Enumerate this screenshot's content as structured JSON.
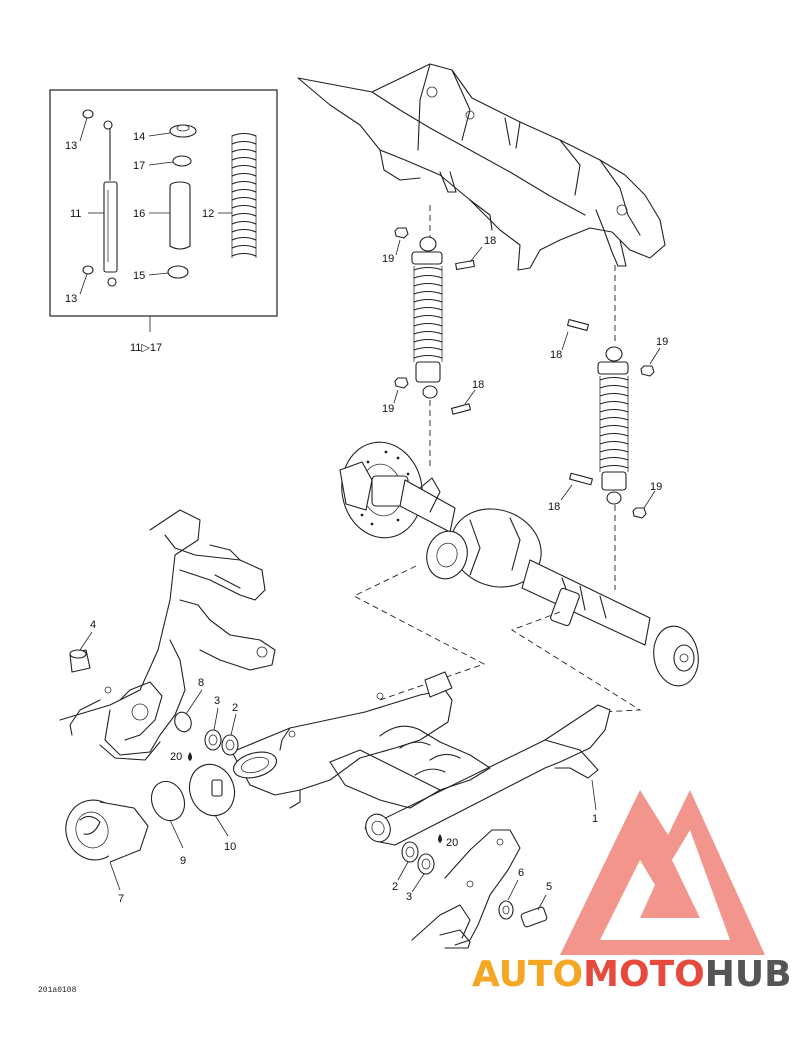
{
  "kit_label": "11▷17",
  "figure_code": "201a0108",
  "callouts": {
    "c1": "1",
    "c2a": "2",
    "c2b": "2",
    "c3a": "3",
    "c3b": "3",
    "c4": "4",
    "c5": "5",
    "c6": "6",
    "c7": "7",
    "c8": "8",
    "c9": "9",
    "c10": "10",
    "c11": "11",
    "c12": "12",
    "c13a": "13",
    "c13b": "13",
    "c14": "14",
    "c15": "15",
    "c16": "16",
    "c17": "17",
    "c18a": "18",
    "c18b": "18",
    "c18c": "18",
    "c18d": "18",
    "c19a": "19",
    "c19b": "19",
    "c19c": "19",
    "c19d": "19",
    "c20a": "20",
    "c20b": "20"
  },
  "watermark": {
    "part1": "AUTO",
    "part2": "MOTO",
    "part3": "HUB",
    "color1": "#f5a623",
    "color2": "#e64a3c",
    "color3": "#555555",
    "logo_color": "#e8402f"
  }
}
